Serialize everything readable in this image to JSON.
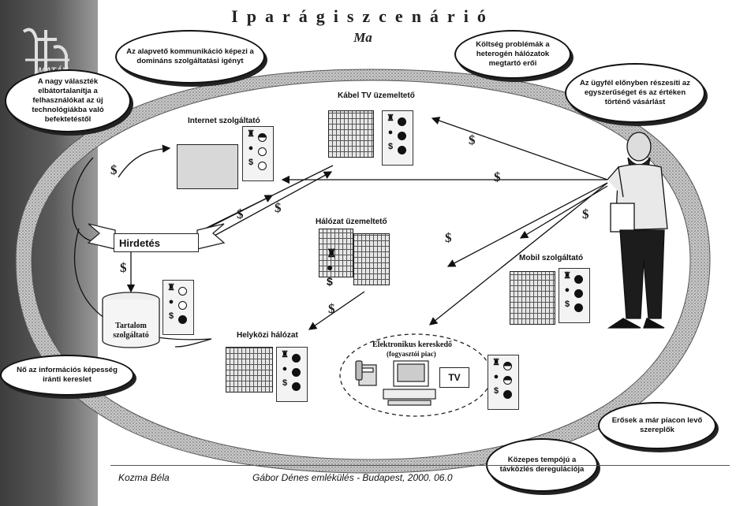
{
  "header": {
    "title": "Iparágiszcenárió",
    "subtitle": "Ma",
    "logo_text": "MATÁV"
  },
  "bubbles": {
    "alapveto": "Az alapvető kommunikáció képezi a domináns szolgáltatási igényt",
    "valasztek": "A nagy választék elbátortalanítja a felhasználókat az új technológiákba való befektetéstől",
    "koltseg": "Költség problémák a heterogén hálózatok megtartó erői",
    "ugyfel": "Az ügyfél előnyben részesíti az egyszerűséget és az értéken történő vásárlást",
    "no_info": "Nő az információs képesség iránti kereslet",
    "erosek": "Erősek a már piacon levő szereplők",
    "kozepes": "Közepes tempójú a távközlés deregulációja"
  },
  "labels": {
    "internet": "Internet szolgáltató",
    "kabel": "Kábel TV üzemeltető",
    "halozat": "Hálózat üzemeltető",
    "mobil": "Mobil szolgáltató",
    "helykozi": "Helyközi hálózat",
    "elektronikus": "Elektronikus kereskedő",
    "fogyasztoi": "(fogyasztói piac)",
    "hirdetes": "Hirdetés",
    "tartalom": "Tartalom szolgáltató",
    "tv": "TV",
    "dollar": "$"
  },
  "footer": {
    "author": "Kozma Béla",
    "event": "Gábor Dénes emlékülés - Budapest, 2000. 06.0"
  },
  "colors": {
    "sidebar": "#4a4a4a",
    "ring": "#9a9a9a",
    "ink": "#111111"
  },
  "icons": [
    "building-icon",
    "person-icon",
    "money-bag-icon",
    "telephone-icon",
    "computer-icon",
    "tv-icon",
    "ribbon-banner-icon",
    "cylinder-icon"
  ]
}
